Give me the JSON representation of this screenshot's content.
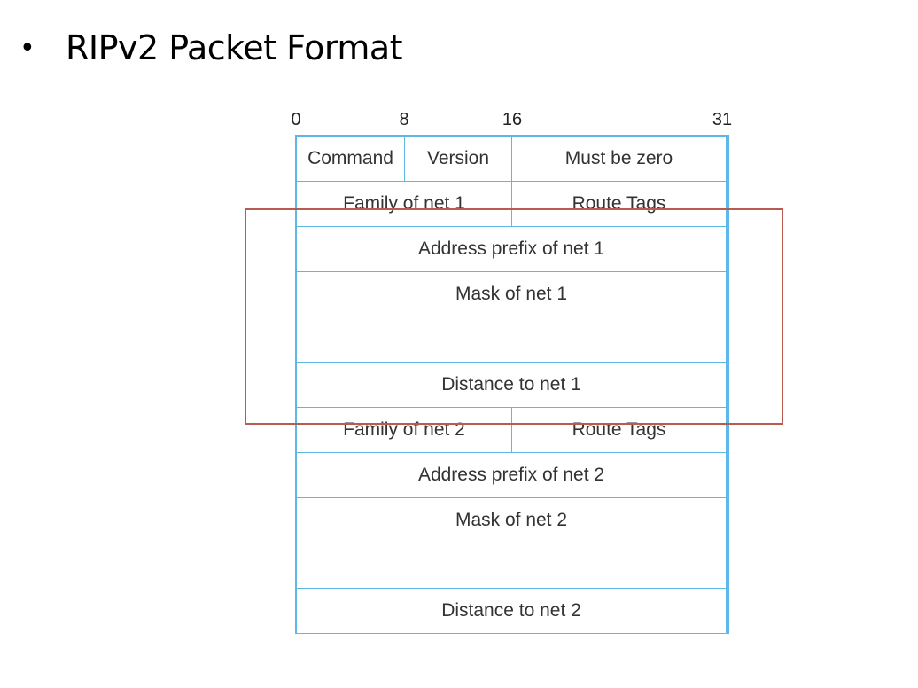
{
  "title": {
    "bullet": "•",
    "text": "RIPv2 Packet Format"
  },
  "diagram": {
    "bit_labels": [
      "0",
      "8",
      "16",
      "31"
    ],
    "rows": [
      {
        "cells": [
          {
            "text": "Command",
            "bits": 8
          },
          {
            "text": "Version",
            "bits": 8
          },
          {
            "text": "Must be zero",
            "bits": 16
          }
        ]
      },
      {
        "cells": [
          {
            "text": "Family of net 1",
            "bits": 16
          },
          {
            "text": "Route Tags",
            "bits": 16
          }
        ]
      },
      {
        "cells": [
          {
            "text": "Address prefix of net 1",
            "bits": 32
          }
        ]
      },
      {
        "cells": [
          {
            "text": "Mask of net 1",
            "bits": 32
          }
        ]
      },
      {
        "cells": [
          {
            "text": "",
            "bits": 32
          }
        ]
      },
      {
        "cells": [
          {
            "text": "Distance to net 1",
            "bits": 32
          }
        ]
      },
      {
        "cells": [
          {
            "text": "Family of net 2",
            "bits": 16
          },
          {
            "text": "Route Tags",
            "bits": 16
          }
        ]
      },
      {
        "cells": [
          {
            "text": "Address prefix of net 2",
            "bits": 32
          }
        ]
      },
      {
        "cells": [
          {
            "text": "Mask of net 2",
            "bits": 32
          }
        ]
      },
      {
        "cells": [
          {
            "text": "",
            "bits": 32
          }
        ]
      },
      {
        "cells": [
          {
            "text": "Distance to net 2",
            "bits": 32
          }
        ]
      }
    ],
    "colors": {
      "grid": "#5bb8e8",
      "highlight": "#b85c52",
      "text": "#333333"
    }
  }
}
